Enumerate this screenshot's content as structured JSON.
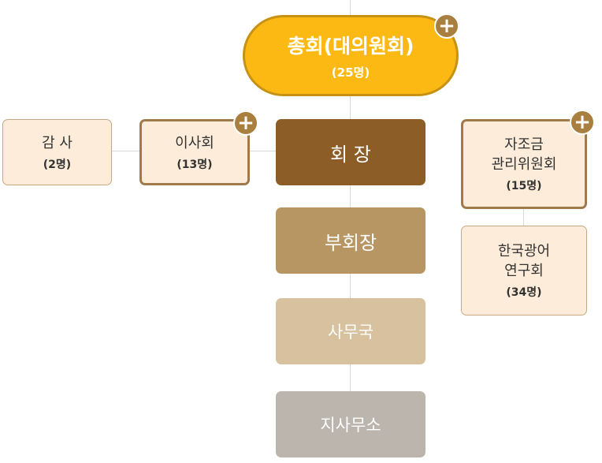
{
  "colors": {
    "general": "#fdb913",
    "chairman": "#8c5d27",
    "vice": "#b89664",
    "office": "#d8c19e",
    "branch": "#bbb5ad",
    "box_fill": "#fcecd9",
    "plus_button": "#a87f3e"
  },
  "general_assembly": {
    "title": "총회(대의원회)",
    "count": "(25명)"
  },
  "auditor": {
    "title": "감 사",
    "count": "(2명)"
  },
  "board": {
    "title": "이사회",
    "count": "(13명)"
  },
  "chairman": {
    "title": "회 장"
  },
  "vice_chairman": {
    "title": "부회장"
  },
  "secretariat": {
    "title": "사무국"
  },
  "branch_office": {
    "title": "지사무소"
  },
  "fund_committee": {
    "title_line1": "자조금",
    "title_line2": "관리위원회",
    "count": "(15명)"
  },
  "research_group": {
    "title_line1": "한국광어",
    "title_line2": "연구회",
    "count": "(34명)"
  },
  "icons": {
    "expand": "plus-icon",
    "expand_symbol": "+"
  }
}
